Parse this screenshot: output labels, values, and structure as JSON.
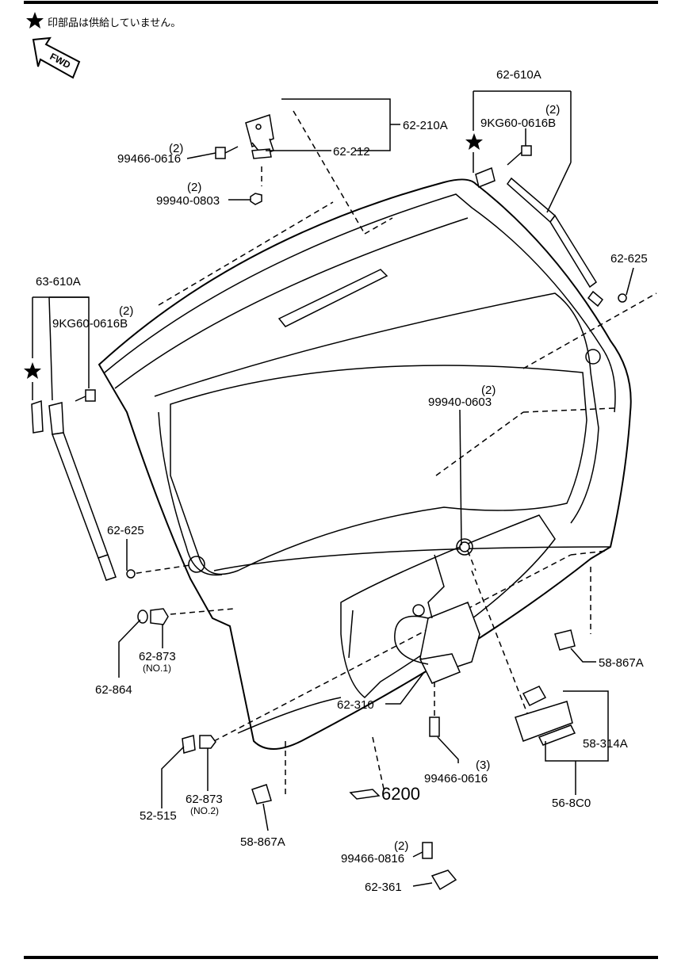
{
  "notice": "印部品は供給していません。",
  "fwd_label": "FWD",
  "callouts": {
    "c62_610A": "62-610A",
    "c62_610A_qty": "(2)",
    "c9KG_right": "9KG60-0616B",
    "c62_210A": "62-210A",
    "c62_212": "62-212",
    "c99466_0616_top_qty": "(2)",
    "c99466_0616_top": "99466-0616",
    "c99940_0803_qty": "(2)",
    "c99940_0803": "99940-0803",
    "c62_625_right": "62-625",
    "c63_610A": "63-610A",
    "c9KG_left_qty": "(2)",
    "c9KG_left": "9KG60-0616B",
    "c99940_0603_qty": "(2)",
    "c99940_0603": "99940-0603",
    "c62_625_left": "62-625",
    "c62_873_no1": "62-873",
    "c62_873_no1_sub": "(NO.1)",
    "c62_864": "62-864",
    "c58_867A_right": "58-867A",
    "c62_310": "62-310",
    "c58_314A": "58-314A",
    "c99466_0616_mid_qty": "(3)",
    "c99466_0616_mid": "99466-0616",
    "c56_8C0": "56-8C0",
    "c6200": "6200",
    "c52_515": "52-515",
    "c62_873_no2": "62-873",
    "c62_873_no2_sub": "(NO.2)",
    "c58_867A_left": "58-867A",
    "c99466_0816_qty": "(2)",
    "c99466_0816": "99466-0816",
    "c62_361": "62-361"
  }
}
